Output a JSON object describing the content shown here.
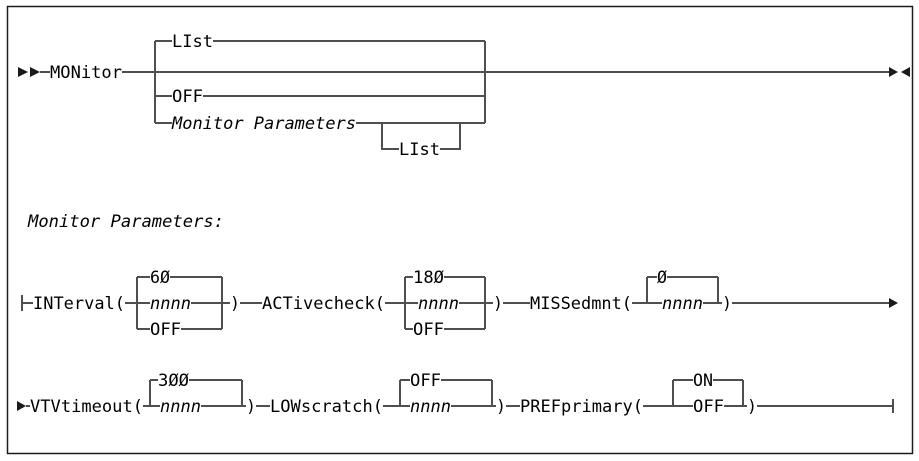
{
  "statement": {
    "keyword": "MONitor",
    "default_option": "LIst",
    "off_option": "OFF",
    "params_option": "Monitor Parameters",
    "params_list_option": "LIst"
  },
  "fragment_label": "Monitor Parameters:",
  "params": {
    "interval": {
      "keyword": "INTerval(",
      "close": ")",
      "default": "6Ø",
      "variable": "nnnn",
      "off": "OFF"
    },
    "activecheck": {
      "keyword": "ACTivecheck(",
      "close": ")",
      "default": "18Ø",
      "variable": "nnnn",
      "off": "OFF"
    },
    "missedmnt": {
      "keyword": "MISSedmnt(",
      "close": ")",
      "default": "Ø",
      "variable": "nnnn"
    },
    "vtvtimeout": {
      "keyword": "VTVtimeout(",
      "close": ")",
      "default": "3ØØ",
      "variable": "nnnn"
    },
    "lowscratch": {
      "keyword": "LOWscratch(",
      "close": ")",
      "default": "OFF",
      "variable": "nnnn"
    },
    "prefprimary": {
      "keyword": "PREFprimary(",
      "close": ")",
      "default": "ON",
      "alternate": "OFF"
    }
  }
}
